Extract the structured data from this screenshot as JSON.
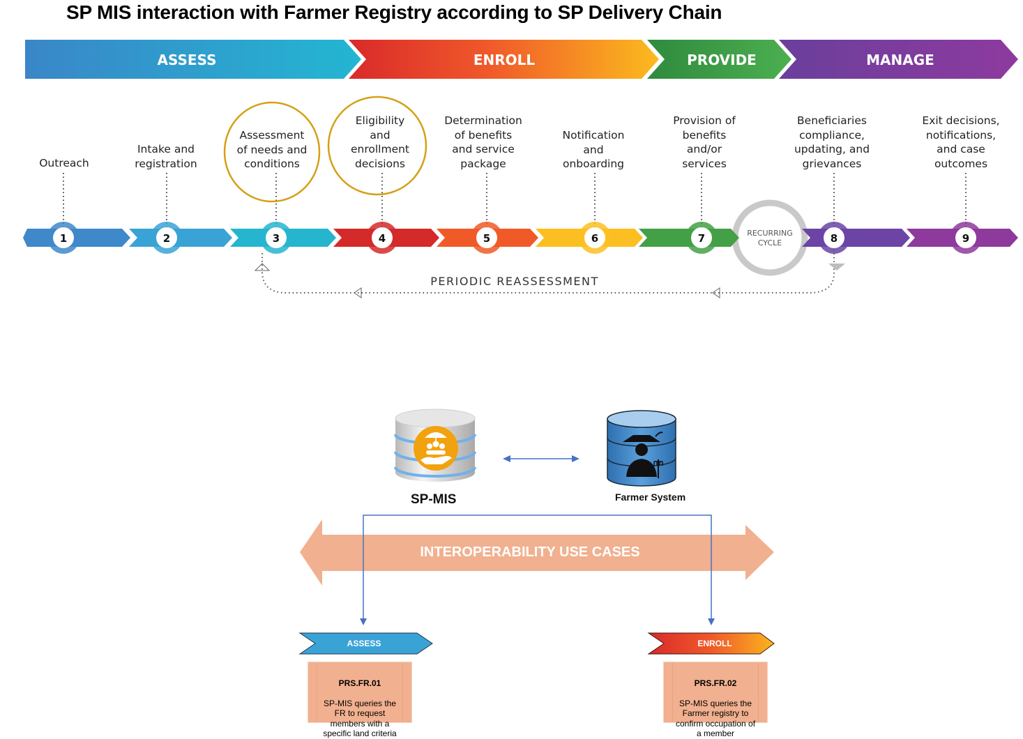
{
  "title": "SP MIS interaction with Farmer Registry according to SP Delivery Chain",
  "phases": [
    {
      "label": "ASSESS",
      "color_from": "#3a86c8",
      "color_to": "#23b6d2"
    },
    {
      "label": "ENROLL",
      "color_from": "#d92a2a",
      "color_to": "#fbbb1e"
    },
    {
      "label": "PROVIDE",
      "color_from": "#2f8a3e",
      "color_to": "#4caf50"
    },
    {
      "label": "MANAGE",
      "color_from": "#6a3f9c",
      "color_to": "#8e3a9e"
    }
  ],
  "steps": [
    {
      "number": "1",
      "label": "Outreach",
      "color": "#3f88c9",
      "highlighted": false
    },
    {
      "number": "2",
      "label": "Intake and\nregistration",
      "color": "#3aa3d6",
      "highlighted": false
    },
    {
      "number": "3",
      "label": "Assessment\nof needs and\nconditions",
      "color": "#26b5cf",
      "highlighted": true
    },
    {
      "number": "4",
      "label": "Eligibility\nand\nenrollment\ndecisions",
      "color": "#d42a2a",
      "highlighted": true
    },
    {
      "number": "5",
      "label": "Determination\nof benefits\nand service\npackage",
      "color": "#f05a28",
      "highlighted": false
    },
    {
      "number": "6",
      "label": "Notification\nand\nonboarding",
      "color": "#fbbf22",
      "highlighted": false
    },
    {
      "number": "7",
      "label": "Provision of\nbenefits\nand/or\nservices",
      "color": "#44a047",
      "highlighted": false
    },
    {
      "number": "8",
      "label": "Beneficiaries\ncompliance,\nupdating, and\ngrievances",
      "color": "#6b44a6",
      "highlighted": false
    },
    {
      "number": "9",
      "label": "Exit decisions,\nnotifications,\nand case\noutcomes",
      "color": "#8e3a9c",
      "highlighted": false
    }
  ],
  "highlight_color": "#d4a017",
  "recurring_cycle": {
    "line1": "RECURRING",
    "line2": "CYCLE"
  },
  "periodic_reassessment": "PERIODIC REASSESSMENT",
  "systems": {
    "sp_mis": {
      "label": "SP-MIS",
      "icon": "social-protection-database-icon",
      "accent": "#f2a20f"
    },
    "farmer": {
      "label": "Farmer System",
      "icon": "farmer-database-icon",
      "accent": "#3a86c8"
    }
  },
  "connector_color": "#4472c4",
  "interoperability": {
    "label": "INTEROPERABILITY USE CASES",
    "color": "#f1b08f"
  },
  "use_cases": [
    {
      "phase": "ASSESS",
      "code": "PRS.FR.01",
      "description": "SP-MIS queries the\nFR to request\nmembers with a\nspecific land criteria"
    },
    {
      "phase": "ENROLL",
      "code": "PRS.FR.02",
      "description": "SP-MIS queries the\nFarmer registry to\nconfirm occupation of\na member"
    }
  ]
}
